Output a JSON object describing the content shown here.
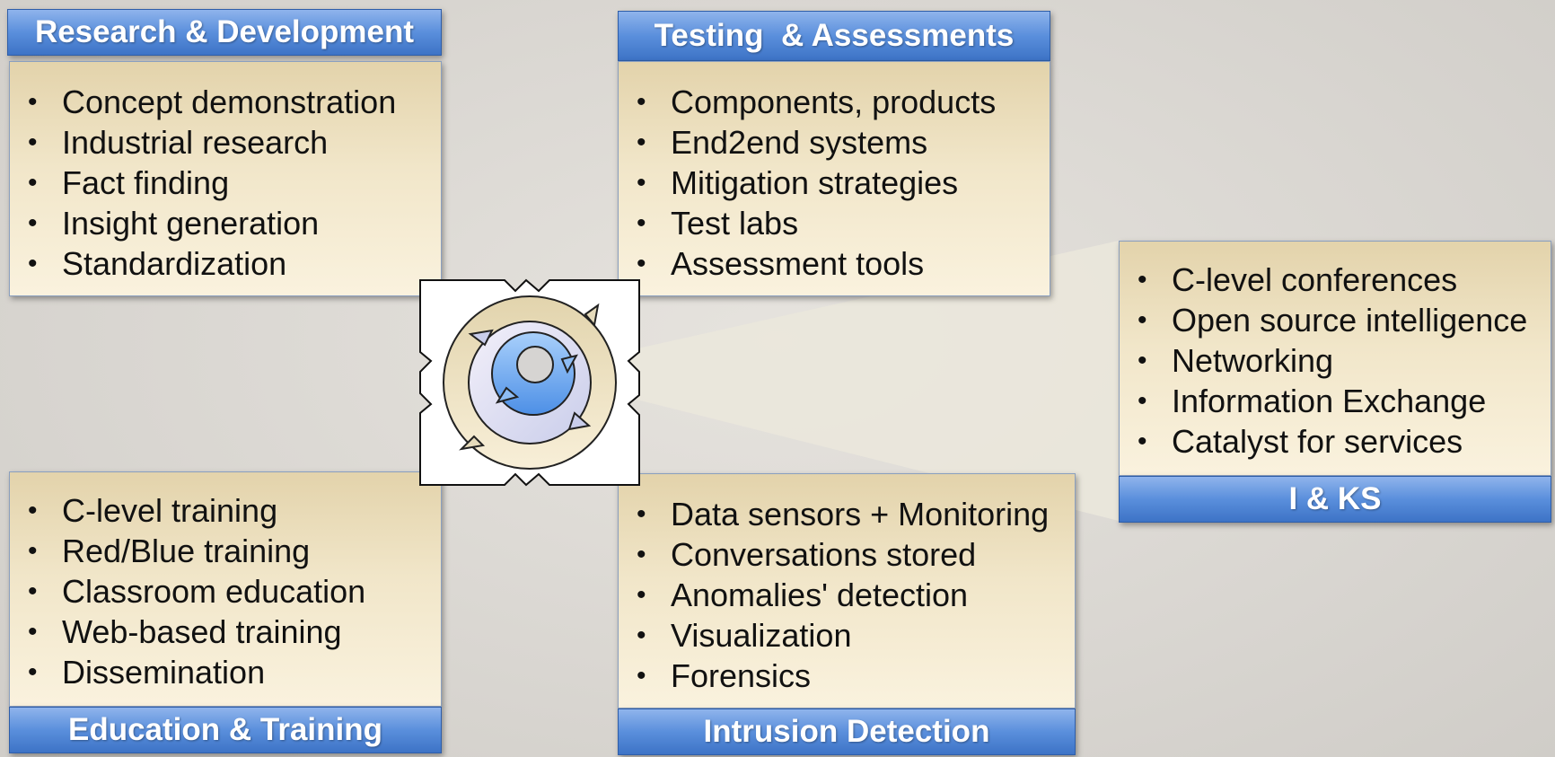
{
  "sections": {
    "rd": {
      "title": "Research & Development",
      "items": [
        "Concept demonstration",
        "Industrial research",
        "Fact finding",
        "Insight generation",
        "Standardization"
      ]
    },
    "ta": {
      "title": "Testing  & Assessments",
      "items": [
        "Components, products",
        "End2end systems",
        "Mitigation strategies",
        "Test labs",
        "Assessment tools"
      ]
    },
    "iks": {
      "title": "I & KS",
      "items": [
        "C-level conferences",
        "Open source intelligence",
        "Networking",
        "Information Exchange",
        "Catalyst for services"
      ]
    },
    "et": {
      "title": "Education & Training",
      "items": [
        "C-level training",
        "Red/Blue training",
        "Classroom education",
        "Web-based training",
        "Dissemination"
      ]
    },
    "id": {
      "title": "Intrusion Detection",
      "items": [
        "Data sensors + Monitoring",
        "Conversations stored",
        "Anomalies' detection",
        "Visualization",
        "Forensics"
      ]
    }
  },
  "colors": {
    "header_blue": "#4a80d2",
    "panel_tan": "#f1e6c9",
    "center_blue": "#6aaaf0"
  },
  "icons": {
    "center": "circular-arrows-cycle-icon"
  }
}
